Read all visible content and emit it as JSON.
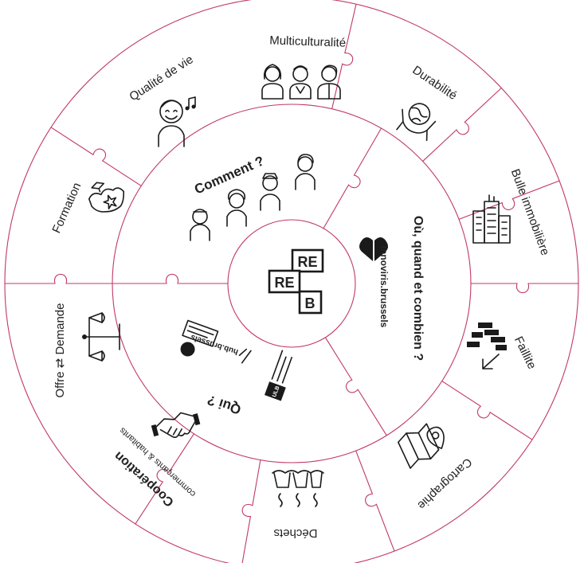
{
  "colors": {
    "ring": "#c0386a",
    "ink": "#1a1a1a",
    "background": "#ffffff"
  },
  "outer_segments": [
    {
      "label": "Multiculturalité",
      "icon": "three-people-icon"
    },
    {
      "label": "Durabilité",
      "icon": "hands-globe-icon"
    },
    {
      "label": "Bulle immobilière",
      "icon": "buildings-icon"
    },
    {
      "label": "Faillite",
      "icon": "falling-arrow-blocks-icon"
    },
    {
      "label": "Cartographie",
      "icon": "map-pin-icon"
    },
    {
      "label": "Déchets",
      "icon": "waste-bins-icon"
    },
    {
      "label": "Coopération",
      "sublabel": "commerçants & habitants",
      "icon": "handshake-icon"
    },
    {
      "label": "Offre ⇄ Demande",
      "icon": "balance-scale-icon"
    },
    {
      "label": "Formation",
      "icon": "education-map-icon"
    },
    {
      "label": "Qualité de vie",
      "icon": "happy-person-music-icon"
    }
  ],
  "inner_sectors": [
    {
      "label": "Comment ?",
      "icon": "group-of-people-icon"
    },
    {
      "label": "Où, quand et combien ?",
      "partner": "innoviris.brussels"
    },
    {
      "label": "Qui ?",
      "partners": [
        "ULB",
        "hub.brussels",
        "logo"
      ]
    }
  ],
  "center_logo": {
    "lines": [
      "RE",
      "RE",
      "B"
    ]
  }
}
